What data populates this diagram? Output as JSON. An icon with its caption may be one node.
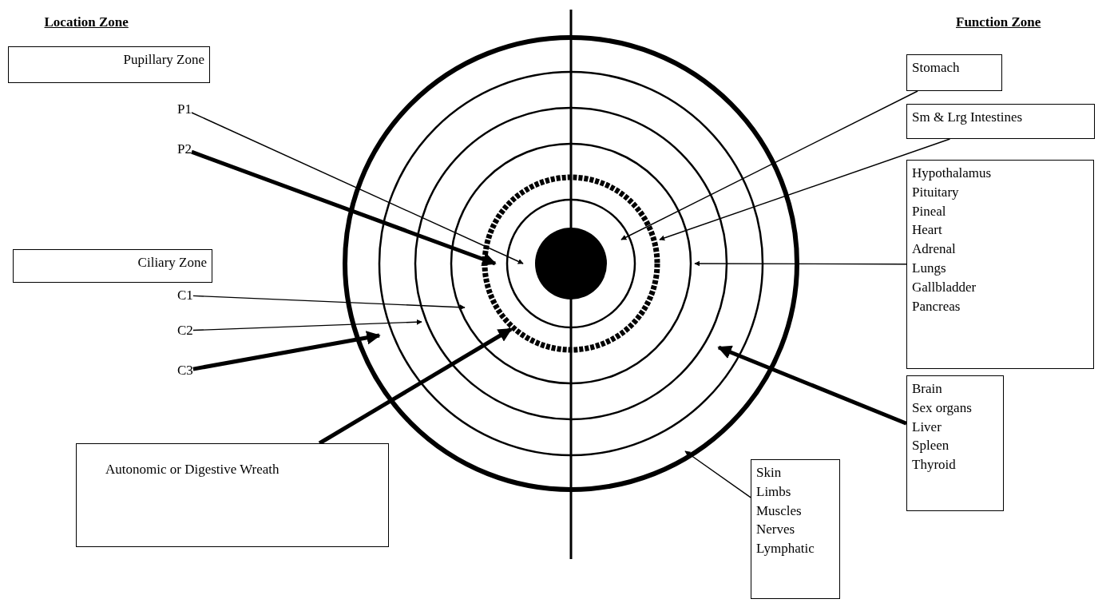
{
  "diagram": {
    "nodes": [
      {
        "text": [
          "Pupillary Zone"
        ]
      },
      {
        "text": [
          "P1"
        ]
      },
      {
        "text": [
          "P2"
        ]
      },
      {
        "text": [
          "Ciliary Zone"
        ]
      },
      {
        "text": [
          "C1"
        ]
      },
      {
        "text": [
          "C2"
        ]
      },
      {
        "text": [
          "C3"
        ]
      },
      {
        "text": [
          "Autonomic or Digestive Wreath"
        ]
      },
      {
        "text": [
          "Stomach"
        ]
      },
      {
        "text": [
          "Sm & Lrg Intestines"
        ]
      },
      {
        "text": [
          "Hypothalamus",
          "Pituitary",
          "Pineal",
          "Heart",
          "Adrenal",
          "Lungs",
          "Gallbladder",
          "Pancreas"
        ]
      },
      {
        "text": [
          "Brain",
          "Sex organs",
          "Liver",
          "Spleen",
          "Thyroid"
        ]
      },
      {
        "text": [
          "Skin",
          "Limbs",
          "Muscles",
          "Nerves",
          "Lymphatic"
        ]
      }
    ],
    "edges": [
      {
        "from": 1,
        "to": null,
        "arrow": "to"
      },
      {
        "from": 2,
        "to": null,
        "arrow": "to",
        "style": "thick"
      },
      {
        "from": 4,
        "to": null,
        "arrow": "to"
      },
      {
        "from": 5,
        "to": null,
        "arrow": "to"
      },
      {
        "from": 6,
        "to": null,
        "arrow": "to",
        "style": "thick"
      },
      {
        "from": 7,
        "to": null,
        "arrow": "to",
        "style": "thick"
      },
      {
        "from": 8,
        "to": null,
        "arrow": "to"
      },
      {
        "from": 9,
        "to": null,
        "arrow": "to"
      },
      {
        "from": 10,
        "to": null,
        "arrow": "to"
      },
      {
        "from": 11,
        "to": null,
        "arrow": "to",
        "style": "thick"
      },
      {
        "from": 12,
        "to": null,
        "arrow": "to"
      }
    ],
    "labels": [
      "Location Zone",
      "Function Zone"
    ]
  }
}
